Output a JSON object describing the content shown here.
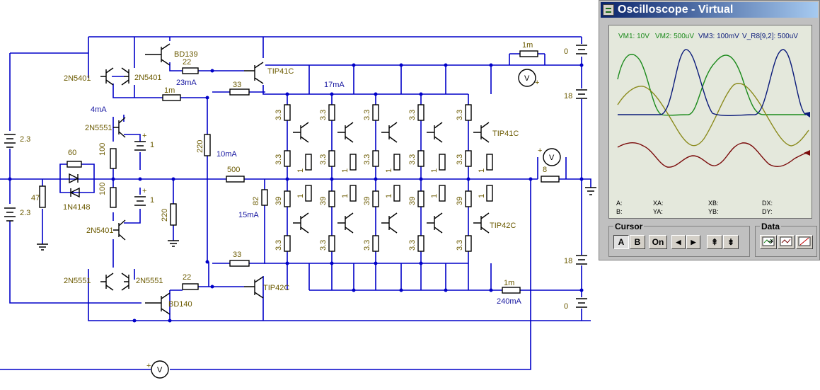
{
  "colors": {
    "wire": "#0000c8",
    "label": "#6b5a00",
    "current": "#1515a0",
    "trace1": "#1b8a1b",
    "trace2": "#8a8a1b",
    "trace3": "#0a1a7a",
    "trace4": "#7a0a0a",
    "title_bar": "#0a246a"
  },
  "schematic": {
    "transistors": {
      "q_in_left_top": "2N5401",
      "q_in_right_top": "2N5401",
      "q_bd139": "BD139",
      "q_vbe_top": "2N5551",
      "q_vbe_bot": "2N5401",
      "q_in_left_bot": "2N5551",
      "q_in_right_bot": "2N5551",
      "q_bd140": "BD140",
      "q_drv_top": "TIP41C",
      "q_drv_bot": "TIP42C",
      "q_out_top": "TIP41C",
      "q_out_bot": "TIP42C"
    },
    "diode": "1N4148",
    "resistors": {
      "r_60": "60",
      "r_47": "47",
      "r_100a": "100",
      "r_100b": "100",
      "r_220v": "220",
      "r_220b": "220",
      "r_1m_top": "1m",
      "r_1m_bot": "1m",
      "r_1m_meter": "1m",
      "r_22a": "22",
      "r_22b": "22",
      "r_33a": "33",
      "r_33b": "33",
      "r_500": "500",
      "r_82": "82",
      "r_8": "8",
      "val_33": "3.3",
      "val_1": "1",
      "val_39": "39"
    },
    "sources": {
      "v_in_top": "2.3",
      "v_in_bot": "2.3",
      "v_bias_top": "1",
      "v_bias_bot": "1",
      "v_rail_top_a": "0",
      "v_rail_top_b": "18",
      "v_rail_bot_a": "18",
      "v_rail_bot_b": "0"
    },
    "currents": {
      "i_4mA": "4mA",
      "i_23mA": "23mA",
      "i_17mA": "17mA",
      "i_10mA": "10mA",
      "i_15mA": "15mA",
      "i_240mA": "240mA"
    },
    "meter_symbol": "V",
    "pole_plus": "+"
  },
  "oscilloscope": {
    "title": "Oscilloscope - Virtual",
    "channels": [
      {
        "label": "VM1: 10V",
        "color": "#1b8a1b"
      },
      {
        "label": "VM2: 500uV",
        "color": "#1b8a1b"
      },
      {
        "label": "VM3: 100mV",
        "color": "#0a1a7a"
      },
      {
        "label": "V_R8[9,2]: 500uV",
        "color": "#0a1a7a"
      }
    ],
    "readout": {
      "a": "A:",
      "b": "B:",
      "xa": "XA:",
      "ya": "YA:",
      "xb": "XB:",
      "yb": "YB:",
      "dx": "DX:",
      "dy": "DY:"
    },
    "cursor": {
      "title": "Cursor",
      "btn_a": "A",
      "btn_b": "B",
      "btn_on": "On",
      "btn_left": "◀",
      "btn_right": "▶",
      "btn_up": "⇞",
      "btn_down": "⇟"
    },
    "data_group": {
      "title": "Data"
    }
  }
}
